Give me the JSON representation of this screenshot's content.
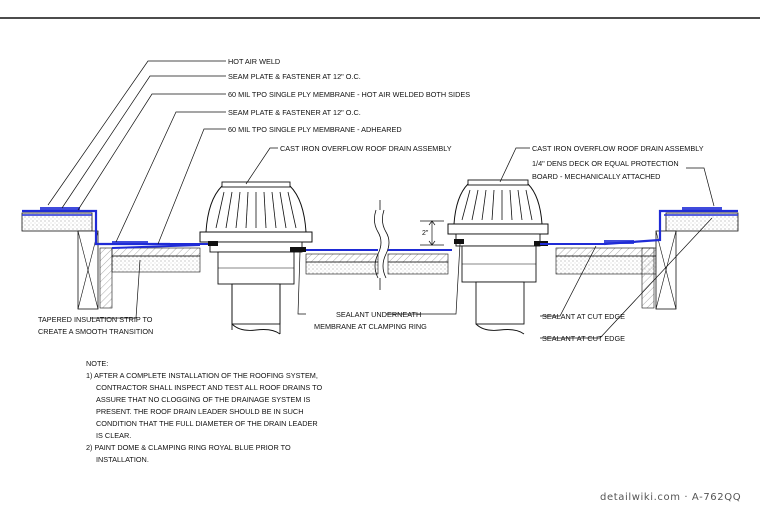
{
  "colors": {
    "ink": "#111111",
    "membrane": "#1f2bd6",
    "insulation_hatch": "#888888",
    "background": "#ffffff"
  },
  "callouts_left": [
    "HOT AIR WELD",
    "SEAM PLATE & FASTENER AT 12\" O.C.",
    "60 MIL TPO SINGLE PLY MEMBRANE - HOT AIR WELDED BOTH SIDES",
    "SEAM PLATE & FASTENER AT 12\" O.C.",
    "60 MIL TPO SINGLE PLY MEMBRANE - ADHEARED"
  ],
  "drain_left_label": "CAST IRON OVERFLOW ROOF DRAIN ASSEMBLY",
  "drain_right_label": "CAST IRON OVERFLOW ROOF DRAIN ASSEMBLY",
  "protection_board": [
    "1/4\" DENS DECK OR EQUAL PROTECTION",
    "BOARD - MECHANICALLY ATTACHED"
  ],
  "dimension_label": "2\"",
  "tapered_strip": [
    "TAPERED INSULATION STRIP TO",
    "CREATE A SMOOTH TRANSITION"
  ],
  "sealant_clamp": [
    "SEALANT UNDERNEATH",
    "MEMBRANE AT CLAMPING RING"
  ],
  "sealant_cut_1": "SEALANT AT CUT EDGE",
  "sealant_cut_2": "SEALANT AT CUT EDGE",
  "notes": [
    "NOTE:",
    "1) AFTER A COMPLETE INSTALLATION OF THE ROOFING SYSTEM,",
    "CONTRACTOR SHALL INSPECT AND TEST ALL ROOF DRAINS TO",
    "ASSURE THAT NO CLOGGING OF THE DRAINAGE SYSTEM IS",
    "PRESENT. THE ROOF DRAIN LEADER SHOULD BE IN SUCH",
    "CONDITION THAT THE FULL DIAMETER OF THE DRAIN LEADER",
    "IS CLEAR.",
    "2) PAINT DOME & CLAMPING RING ROYAL BLUE PRIOR TO",
    "INSTALLATION."
  ],
  "watermark": "detailwiki.com · A-762QQ"
}
